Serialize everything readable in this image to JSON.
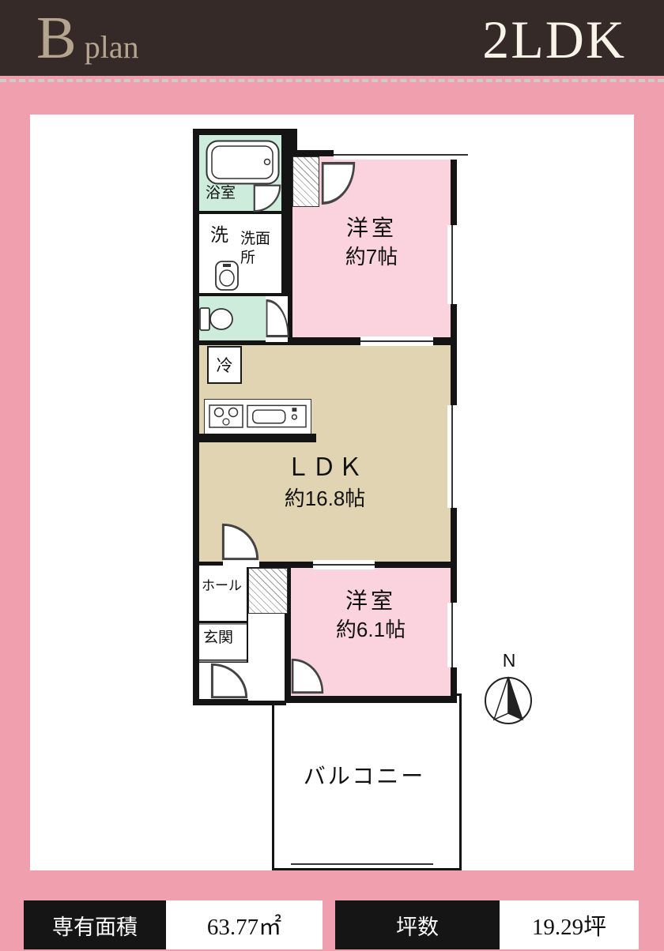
{
  "header": {
    "plan_letter": "B",
    "plan_word": "plan",
    "layout_type": "2LDK"
  },
  "floorplan": {
    "bathroom_label": "浴室",
    "laundry_label": "洗",
    "washroom_label": "洗面所",
    "fridge_label": "冷",
    "bedroom1_label": "洋室",
    "bedroom1_size": "約7帖",
    "ldk_label": "ＬＤＫ",
    "ldk_size": "約16.8帖",
    "hall_label": "ホール",
    "entrance_label": "玄関",
    "bedroom2_label": "洋室",
    "bedroom2_size": "約6.1帖",
    "balcony_label": "バルコニー",
    "compass_label": "N"
  },
  "footer": {
    "area_label": "専有面積",
    "area_value": "63.77㎡",
    "tsubo_label": "坪数",
    "tsubo_value": "19.29坪"
  },
  "colors": {
    "header_bg": "#352a27",
    "header_accent": "#b5a58f",
    "page_pink": "#ef9fae",
    "room_pink": "#fad3de",
    "room_mint": "#cdecdc",
    "room_tan": "#e0d4b2",
    "wall": "#141414"
  }
}
